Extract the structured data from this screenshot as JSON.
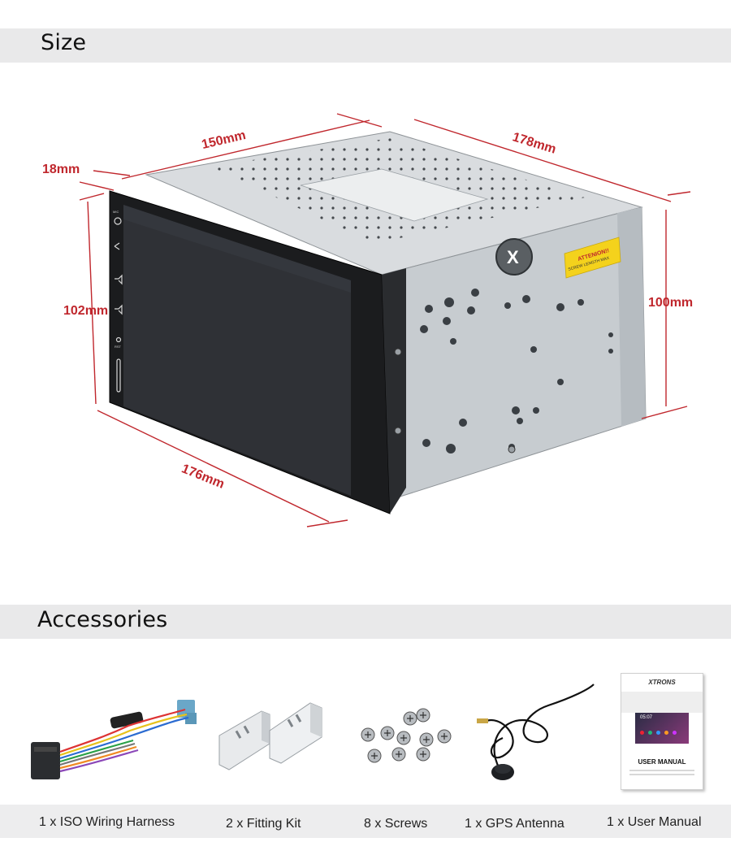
{
  "sections": {
    "size_title": "Size",
    "accessories_title": "Accessories"
  },
  "dimensions": {
    "top_width": "150mm",
    "depth": "178mm",
    "panel_depth": "18mm",
    "front_height": "102mm",
    "chassis_height": "100mm",
    "front_width": "176mm"
  },
  "device_labels": {
    "attention_title": "ATTENION!!",
    "attention_sub": "SCREW LENGTH MAX",
    "front_buttons": [
      "MIC",
      "RST"
    ]
  },
  "accessories": [
    {
      "caption": "1 x ISO Wiring Harness",
      "icon": "wiring-harness-icon"
    },
    {
      "caption": "2 x Fitting Kit",
      "icon": "bracket-icon"
    },
    {
      "caption": "8 x Screws",
      "icon": "screws-icon"
    },
    {
      "caption": "1 x GPS Antenna",
      "icon": "gps-antenna-icon"
    },
    {
      "caption": "1 x User Manual",
      "icon": "user-manual-icon"
    }
  ],
  "manual": {
    "brand": "XTRONS",
    "title": "USER MANUAL",
    "time": "05:07"
  },
  "colors": {
    "dimension_red": "#c0272d",
    "band_gray": "#e9e9ea",
    "chassis_gray": "#cfd3d6"
  }
}
